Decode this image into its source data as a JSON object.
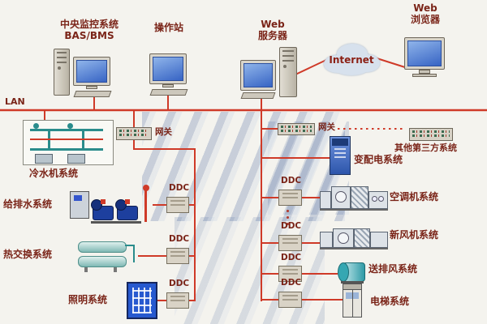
{
  "diagram": {
    "lan_label": "LAN",
    "internet_label": "Internet"
  },
  "top_nodes": {
    "central": {
      "line1": "中央监控系统",
      "line2": "BAS/BMS"
    },
    "operator_station": {
      "label": "操作站"
    },
    "web_server": {
      "line1": "Web",
      "line2": "服务器"
    },
    "web_browser": {
      "line1": "Web",
      "line2": "浏览器"
    }
  },
  "gateways": {
    "left_label": "网关",
    "right_label": "网关"
  },
  "left_branch": {
    "chiller_label": "冷水机系统",
    "water_supply_label": "给排水系统",
    "heat_exchange_label": "热交换系统",
    "lighting_label": "照明系统",
    "ddc": [
      "DDC",
      "DDC",
      "DDC"
    ]
  },
  "right_branch": {
    "third_party_label": "其他第三方系统",
    "power_label": "变配电系统",
    "ahu_label": "空调机系统",
    "fresh_air_label": "新风机系统",
    "exhaust_label": "送排风系统",
    "elevator_label": "电梯系统",
    "ddc": [
      "DDC",
      "DDC",
      "DDC",
      "DDC"
    ]
  },
  "colors": {
    "wire_red": "#cf3a28",
    "label_maroon": "#7a2418",
    "watermark_blue": "#23468c"
  }
}
